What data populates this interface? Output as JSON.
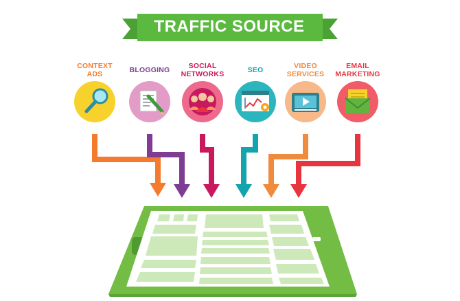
{
  "banner": {
    "title": "TRAFFIC SOURCE"
  },
  "sources": [
    {
      "key": "context-ads",
      "label": "CONTEXT\nADS",
      "color": "#f47a2e",
      "bg": "#f7d22d",
      "icon": "magnifier-icon"
    },
    {
      "key": "blogging",
      "label": "BLOGGING",
      "color": "#7e3c92",
      "bg": "#e29cc7",
      "icon": "document-pencil-icon"
    },
    {
      "key": "social-networks",
      "label": "SOCIAL\nNETWORKS",
      "color": "#c8195e",
      "bg": "#ee6a8d",
      "icon": "people-icon"
    },
    {
      "key": "seo",
      "label": "SEO",
      "color": "#14a4ae",
      "bg": "#2bb5bd",
      "icon": "browser-chart-gear-icon"
    },
    {
      "key": "video-services",
      "label": "VIDEO\nSERVICES",
      "color": "#f08a3c",
      "bg": "#f7b88a",
      "icon": "video-player-icon"
    },
    {
      "key": "email-marketing",
      "label": "EMAIL\nMARKETING",
      "color": "#e8343f",
      "bg": "#f05c67",
      "icon": "envelope-icon"
    }
  ],
  "colors": {
    "banner": "#5cb940",
    "tablet": "#73bd45",
    "tablet_dark": "#5aa43a",
    "screen": "#ffffff",
    "screen_block": "#cde8b9"
  }
}
